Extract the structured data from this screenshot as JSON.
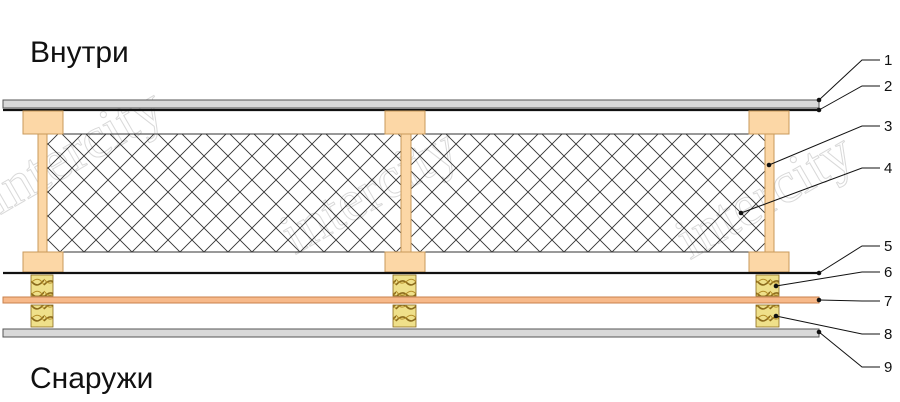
{
  "labels": {
    "inside": "Внутри",
    "outside": "Снаружи"
  },
  "watermark": "intercity",
  "callouts": [
    "1",
    "2",
    "3",
    "4",
    "5",
    "6",
    "7",
    "8",
    "9"
  ],
  "colors": {
    "panel_fill": "#d9d9d9",
    "panel_stroke": "#555555",
    "membrane": "#111111",
    "stud": "#fcd7a6",
    "stud_stroke": "#c99a5b",
    "batten": "#efe08a",
    "batten_grain": "#8a6a1c",
    "orange_board": "#f7b98a",
    "insulation_hatch": "#333333"
  }
}
